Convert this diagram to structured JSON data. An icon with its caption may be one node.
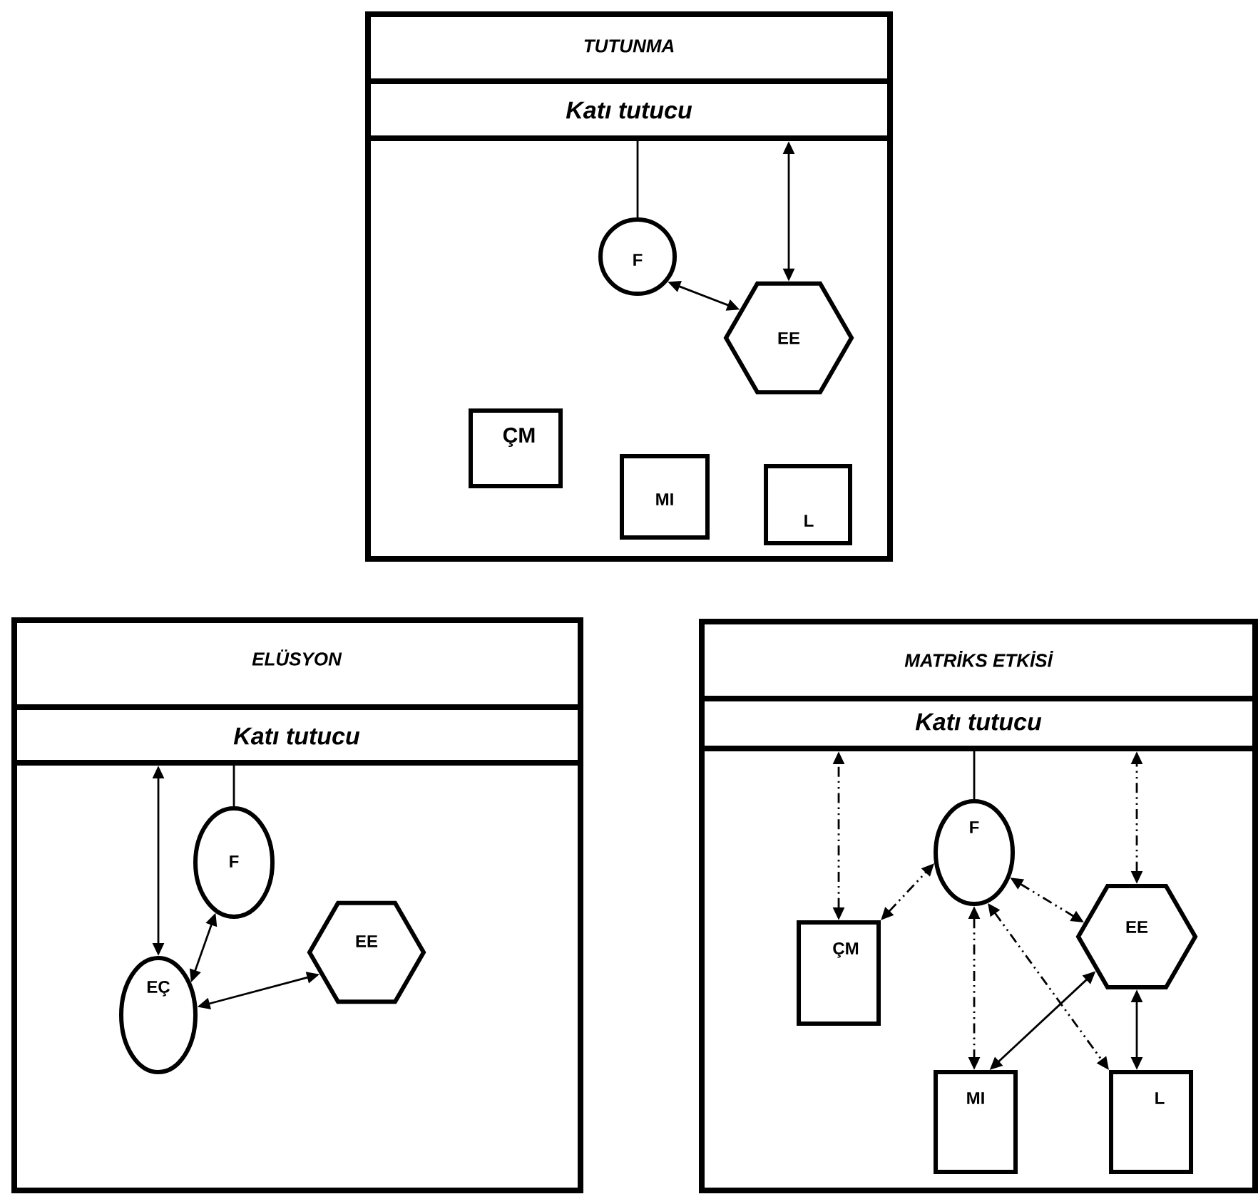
{
  "diagram": {
    "nodes": [
      {
        "text": [
          "TUTUNMA"
        ]
      },
      {
        "text": [
          "Katı tutucu"
        ],
        "in": 0
      },
      {
        "text": [
          "F"
        ],
        "in": 0
      },
      {
        "text": [
          "EE"
        ],
        "in": 0
      },
      {
        "text": [
          "ÇM"
        ],
        "in": 0
      },
      {
        "text": [
          "MI"
        ],
        "in": 0
      },
      {
        "text": [
          "L"
        ],
        "in": 0
      },
      {
        "text": [
          "ELÜSYON"
        ]
      },
      {
        "text": [
          "Katı tutucu"
        ],
        "in": 7
      },
      {
        "text": [
          "F"
        ],
        "in": 7
      },
      {
        "text": [
          "EE"
        ],
        "in": 7
      },
      {
        "text": [
          "EÇ"
        ],
        "in": 7
      },
      {
        "text": [
          "MATRİKS ETKİSİ"
        ]
      },
      {
        "text": [
          "Katı tutucu"
        ],
        "in": 12
      },
      {
        "text": [
          "F"
        ],
        "in": 12
      },
      {
        "text": [
          "EE"
        ],
        "in": 12
      },
      {
        "text": [
          "ÇM"
        ],
        "in": 12
      },
      {
        "text": [
          "MI"
        ],
        "in": 12
      },
      {
        "text": [
          "L"
        ],
        "in": 12
      }
    ],
    "edges": [
      {
        "from": 2,
        "to": 1,
        "arrow": "none"
      },
      {
        "from": 3,
        "to": 1,
        "arrow": "both"
      },
      {
        "from": 2,
        "to": 3,
        "arrow": "both"
      },
      {
        "from": 11,
        "to": 8,
        "arrow": "both"
      },
      {
        "from": 9,
        "to": 8,
        "arrow": "none"
      },
      {
        "from": 11,
        "to": 9,
        "arrow": "both"
      },
      {
        "from": 11,
        "to": 10,
        "arrow": "both"
      },
      {
        "from": 16,
        "to": 13,
        "arrow": "both",
        "style": "dashed"
      },
      {
        "from": 14,
        "to": 13,
        "arrow": "none"
      },
      {
        "from": 15,
        "to": 13,
        "arrow": "both",
        "style": "dashed"
      },
      {
        "from": 16,
        "to": 14,
        "arrow": "both",
        "style": "dashed"
      },
      {
        "from": 14,
        "to": 15,
        "arrow": "both",
        "style": "dashed"
      },
      {
        "from": 14,
        "to": 17,
        "arrow": "both",
        "style": "dashed"
      },
      {
        "from": 14,
        "to": 18,
        "arrow": "both",
        "style": "dashed"
      },
      {
        "from": 17,
        "to": 15,
        "arrow": "both"
      },
      {
        "from": 15,
        "to": 18,
        "arrow": "both"
      }
    ]
  }
}
